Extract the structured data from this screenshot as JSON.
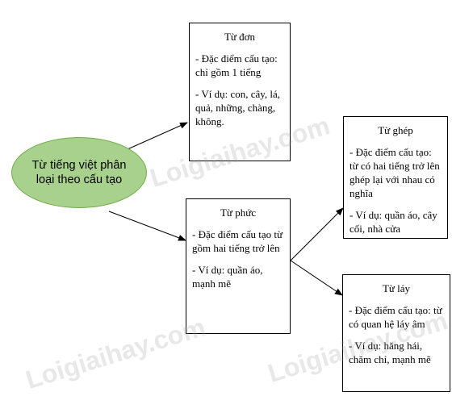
{
  "root": {
    "label": "Từ tiếng việt phân loại theo cấu tạo"
  },
  "boxes": {
    "tu_don": {
      "title": "Từ đơn",
      "lines": [
        "- Đặc điểm cấu tạo: chỉ gồm 1 tiếng",
        "- Ví dụ: con, cây, lá, quả, những, chàng, không."
      ]
    },
    "tu_phuc": {
      "title": "Từ phức",
      "lines": [
        "- Đặc điểm cấu tạo từ gồm hai tiếng trở lên",
        "- Ví dụ: quần áo, mạnh mẽ"
      ]
    },
    "tu_ghep": {
      "title": "Từ ghép",
      "lines": [
        "- Đặc điểm cấu tạo: từ có hai tiếng trở lên ghép lại với nhau có nghĩa",
        "- Ví dụ: quần áo, cây cối, nhà cửa"
      ]
    },
    "tu_lay": {
      "title": "Từ láy",
      "lines": [
        "- Đặc điểm cấu tạo: từ có quan hệ láy âm",
        "- Ví dụ: hăng hái, chăm chỉ, mạnh mẽ"
      ]
    }
  },
  "watermark": {
    "text": "Loigiaihay.com"
  },
  "colors": {
    "ellipse_fill": "#a9d18e",
    "ellipse_border": "#70ad47"
  }
}
